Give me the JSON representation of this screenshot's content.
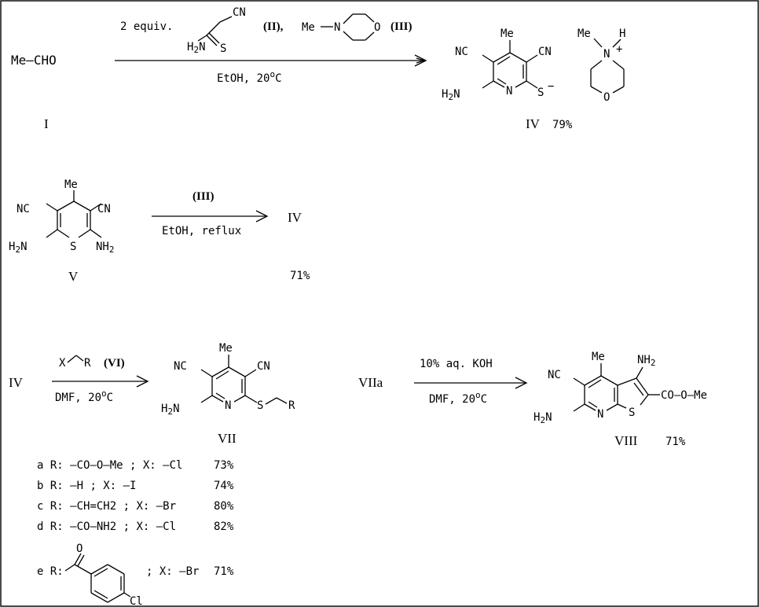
{
  "rxn1": {
    "me_cho": "Me—CHO",
    "equiv": "2 equiv.",
    "cn": "CN",
    "h2n": "H2N",
    "s": "S",
    "label_II": "(II),",
    "me": "Me",
    "n": "N",
    "o": "O",
    "label_III": "(III)",
    "conditions": "EtOH, 20°C"
  },
  "cmpd_I": "I",
  "cmpd_IV": "IV",
  "yield_IV": "79%",
  "ring_labels": {
    "cn": "CN",
    "nc": "NC",
    "me": "Me",
    "n": "N",
    "s": "S",
    "o": "O",
    "h": "H",
    "plus": "+",
    "minus": "−"
  },
  "rxn2": {
    "reagent": "(III)",
    "conditions": "EtOH, reflux",
    "product": "IV",
    "yield": "71%"
  },
  "cmpd_V": "V",
  "rxn3": {
    "start": "IV",
    "x": "X",
    "r": "R",
    "reagent_label": "(VI)",
    "conditions": "DMF, 20°C"
  },
  "cmpd_VII": "VII",
  "rxn4": {
    "start": "VIIa",
    "reagent": "10% aq. KOH",
    "conditions": "DMF, 20°C"
  },
  "cmpd_VIII": "VIII",
  "yield_VIII": "71%",
  "viii_ester": "CO—O—Me",
  "variants": [
    {
      "key": "a",
      "r": "—CO—O—Me",
      "x": "—Cl",
      "yield": "73%"
    },
    {
      "key": "b",
      "r": "—H",
      "x": "—I",
      "yield": "74%"
    },
    {
      "key": "c",
      "r": "—CH=CH2",
      "x": "—Br",
      "yield": "80%"
    },
    {
      "key": "d",
      "r": "—CO—NH2",
      "x": "—Cl",
      "yield": "82%"
    },
    {
      "key": "e",
      "r": "",
      "x": "—Br",
      "yield": "71%"
    }
  ],
  "variant_e_cl": "Cl"
}
